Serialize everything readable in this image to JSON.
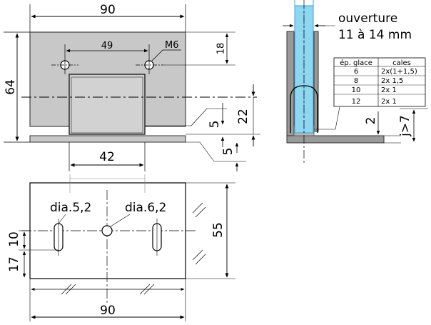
{
  "front_view": {
    "width_label": "90",
    "height_label": "64",
    "hole_spacing_label": "49",
    "thread_label": "M6",
    "top_offset_label": "18",
    "clamp_width_label": "42",
    "gap_upper_label": "5",
    "gap_lower_label": "5",
    "clamp_height_label": "22"
  },
  "side_view": {
    "opening_title": "ouverture",
    "opening_range": "11 à 14 mm",
    "bottom_label": "2",
    "clearance_label": "j>7",
    "table": {
      "headers": [
        "ép. glace",
        "cales"
      ],
      "rows": [
        [
          "6",
          "2x(1+1,5)"
        ],
        [
          "8",
          "2x 1,5"
        ],
        [
          "10",
          "2x 1"
        ],
        [
          "12",
          "2x 1"
        ]
      ]
    }
  },
  "bottom_view": {
    "width_label": "90",
    "height_label": "55",
    "hole_left_label": "dia.5,2",
    "hole_right_label": "dia.6,2",
    "offset_upper_label": "10",
    "offset_lower_label": "17"
  }
}
